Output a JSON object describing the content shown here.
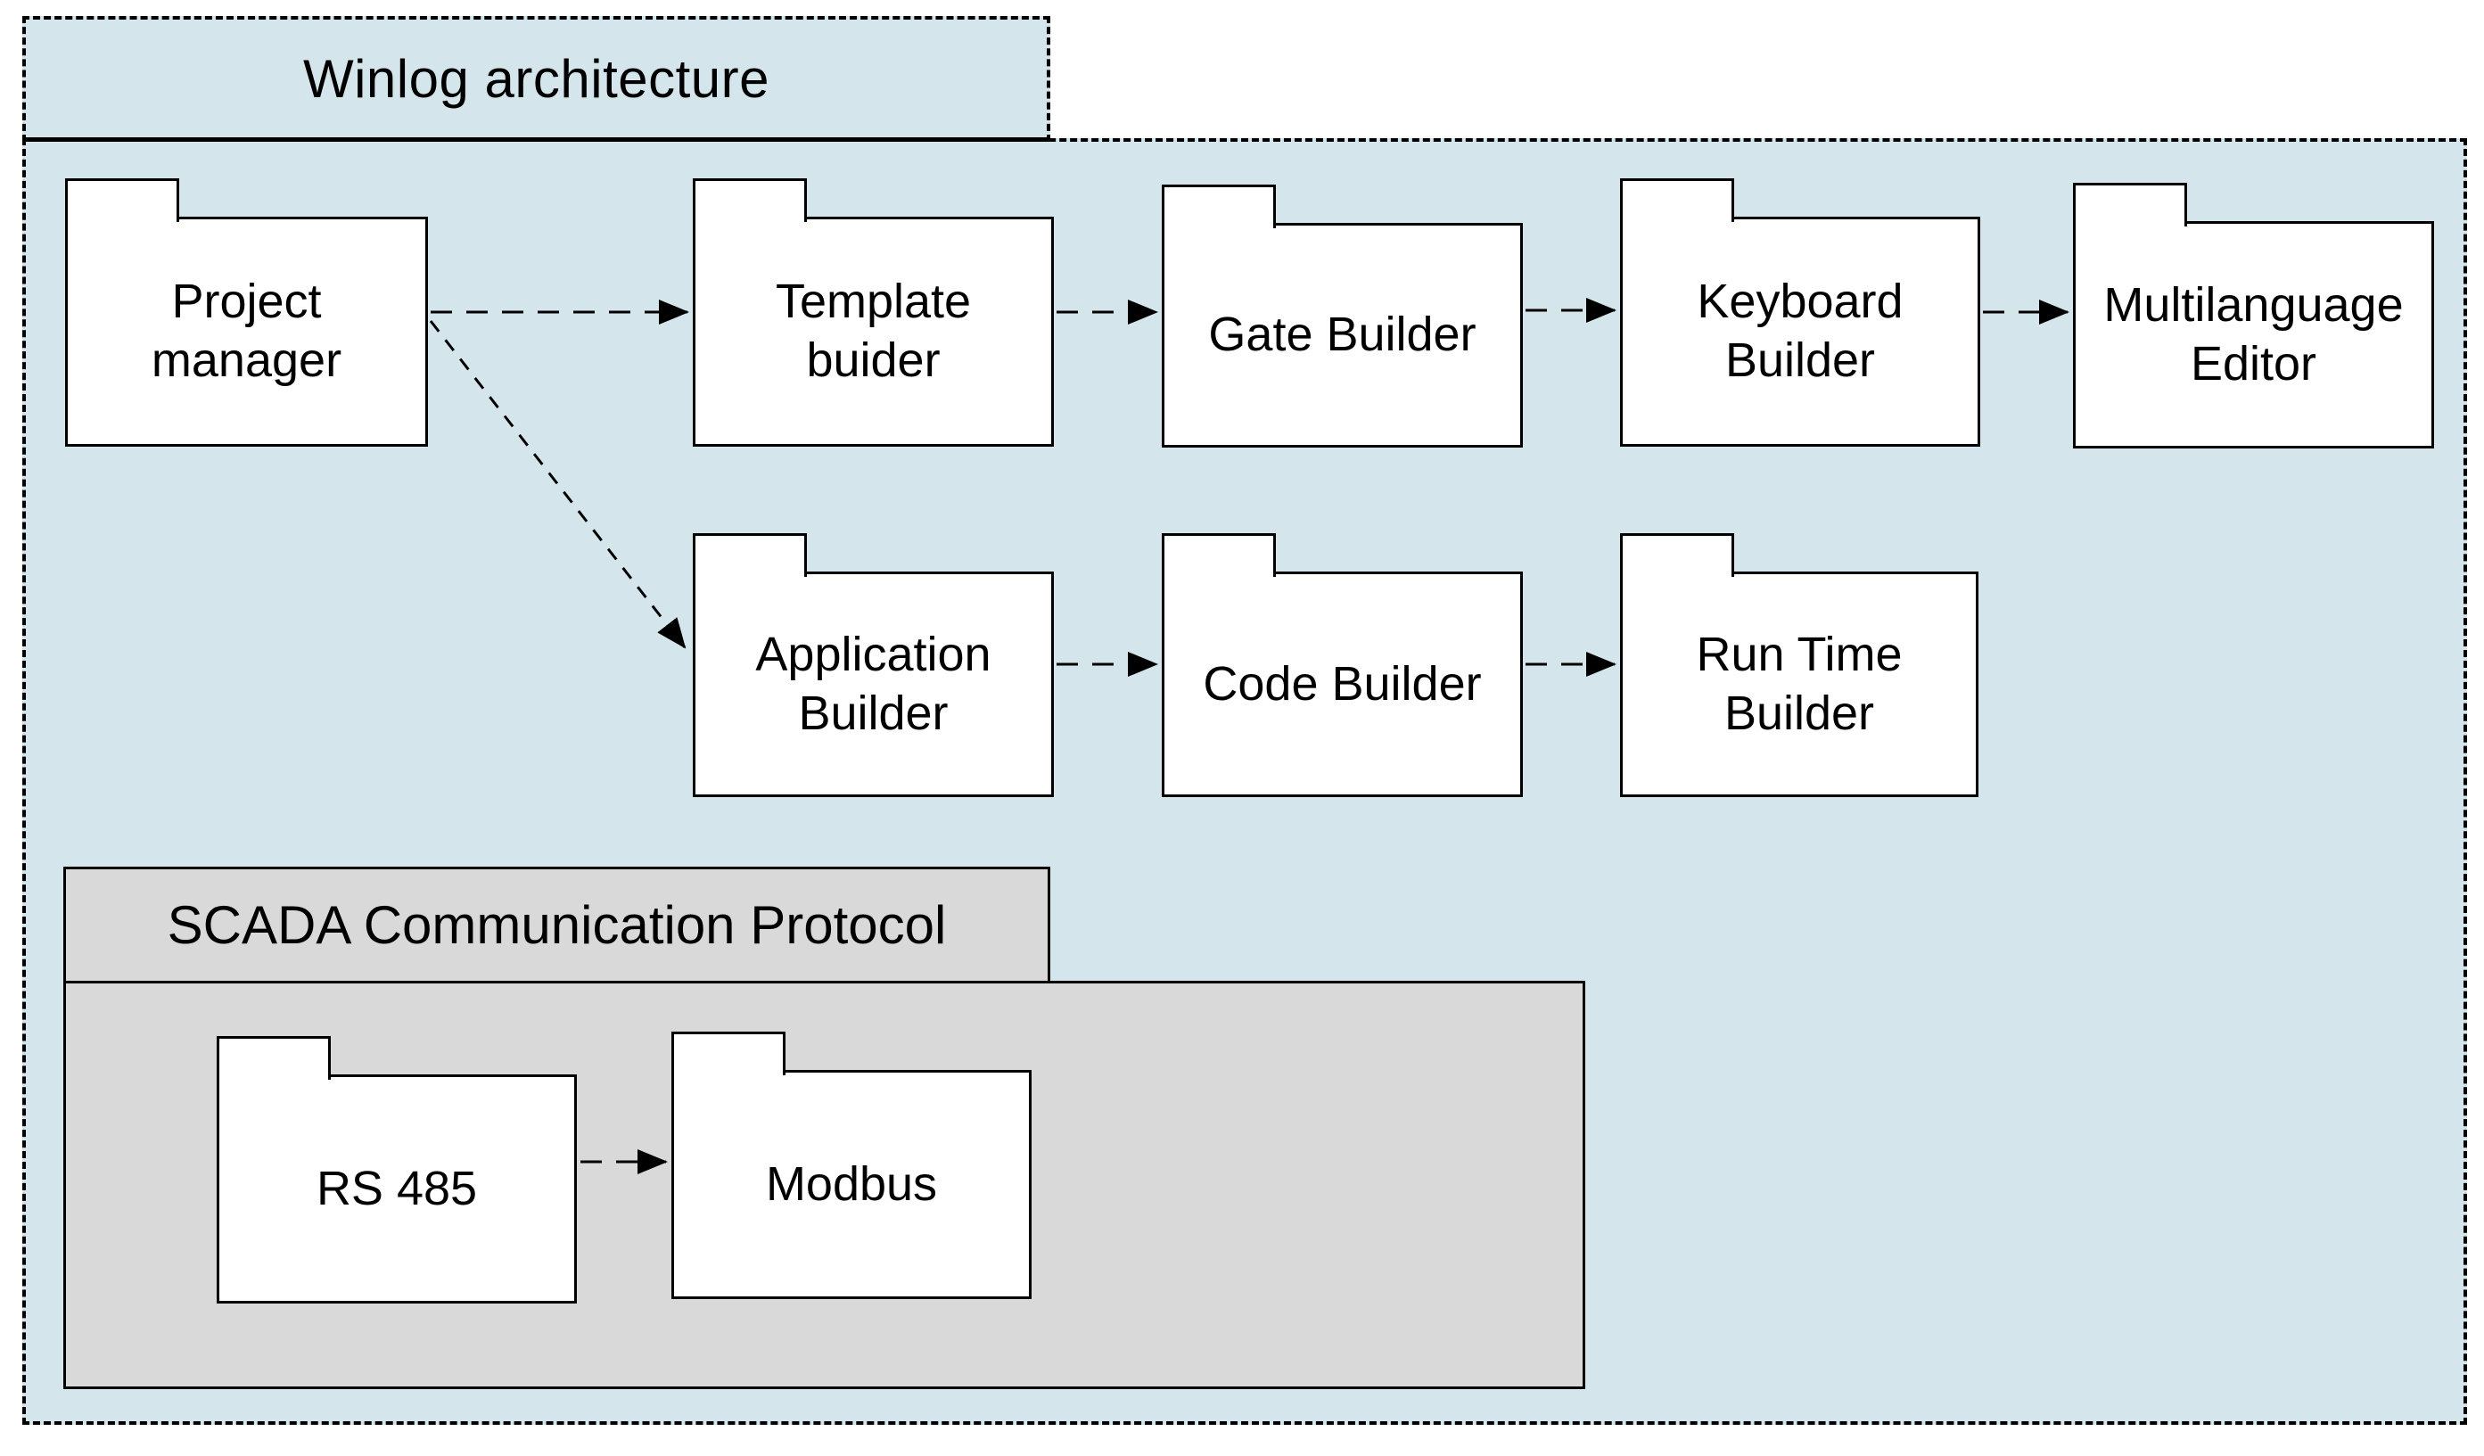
{
  "frame": {
    "title": "Winlog architecture",
    "nodes": [
      {
        "id": "project-manager",
        "label": "Project manager"
      },
      {
        "id": "template-builder",
        "label": "Template buider"
      },
      {
        "id": "gate-builder",
        "label": "Gate Builder"
      },
      {
        "id": "keyboard-builder",
        "label": "Keyboard Builder"
      },
      {
        "id": "multilanguage-editor",
        "label": "Multilanguage Editor"
      },
      {
        "id": "application-builder",
        "label": "Application Builder"
      },
      {
        "id": "code-builder",
        "label": "Code Builder"
      },
      {
        "id": "run-time-builder",
        "label": "Run Time Builder"
      }
    ]
  },
  "group": {
    "title": "SCADA Communication Protocol",
    "nodes": [
      {
        "id": "rs-485",
        "label": "RS 485"
      },
      {
        "id": "modbus",
        "label": "Modbus"
      }
    ]
  },
  "edges": [
    {
      "from": "project-manager",
      "to": "template-builder",
      "style": "dashed-arrow"
    },
    {
      "from": "template-builder",
      "to": "gate-builder",
      "style": "dashed-arrow"
    },
    {
      "from": "gate-builder",
      "to": "keyboard-builder",
      "style": "dashed-arrow"
    },
    {
      "from": "keyboard-builder",
      "to": "multilanguage-editor",
      "style": "dashed-arrow"
    },
    {
      "from": "project-manager",
      "to": "application-builder",
      "style": "dashed-arrow"
    },
    {
      "from": "application-builder",
      "to": "code-builder",
      "style": "dashed-arrow"
    },
    {
      "from": "code-builder",
      "to": "run-time-builder",
      "style": "dashed-arrow"
    },
    {
      "from": "rs-485",
      "to": "modbus",
      "style": "dashed-arrow"
    }
  ],
  "colors": {
    "frame_fill": "#d4e6ec",
    "group_fill": "#d9d9d9",
    "node_fill": "#ffffff",
    "line": "#000000",
    "background": "#ffffff"
  }
}
